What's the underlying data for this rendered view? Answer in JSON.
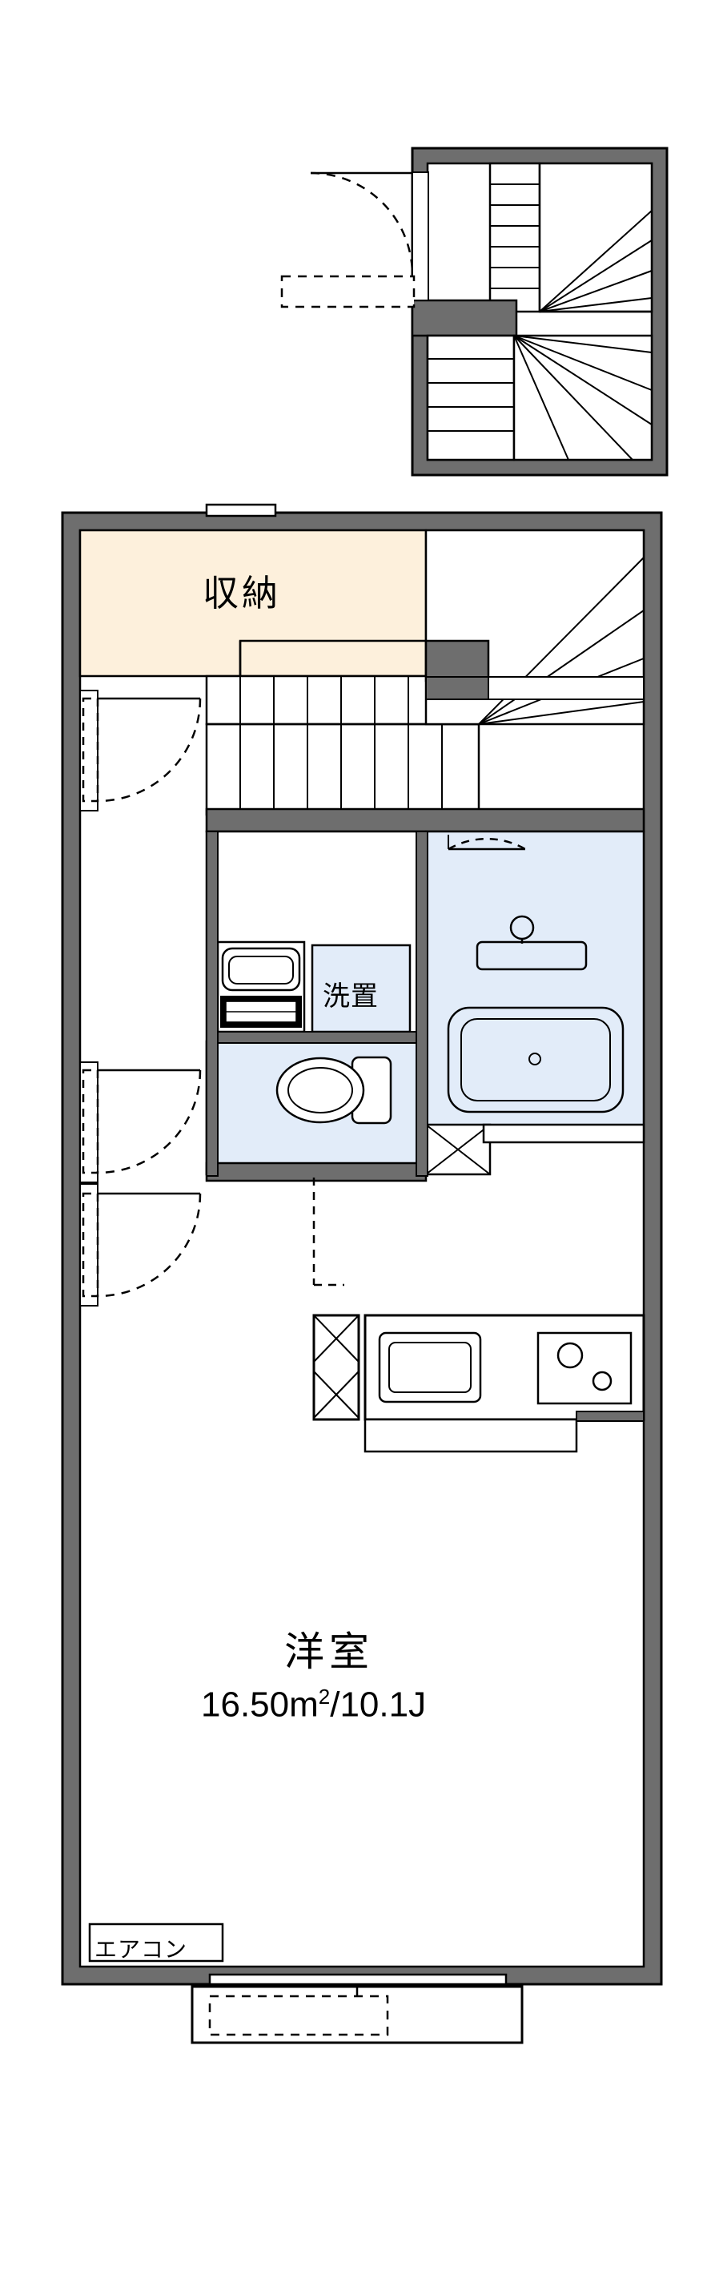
{
  "plan": {
    "type": "floor-plan",
    "unit_layout": "1R maisonette (upper + lower level)",
    "labels": {
      "closet": "収納",
      "washer": "洗置",
      "room_name": "洋室",
      "room_area_value": "16.50",
      "room_area_unit": "m",
      "room_area_unit_sup": "2",
      "room_area_jo": "/10.1J",
      "aircon": "エアコン"
    },
    "colors": {
      "wall": "#4d4d4d",
      "wall_fill": "#6e6e6e",
      "outline": "#000000",
      "closet_fill": "#fdf0dc",
      "water_fill": "#e2ecf9",
      "stair_fill": "#ffffff",
      "background": "#ffffff"
    },
    "rooms": [
      {
        "name": "収納",
        "kind": "closet"
      },
      {
        "name": "洗置",
        "kind": "washer-space"
      },
      {
        "name": "洋室",
        "kind": "western-room",
        "area_sqm": 16.5,
        "area_jo": 10.1
      }
    ],
    "fixtures": [
      {
        "name": "toilet",
        "kind": "toilet"
      },
      {
        "name": "bathtub",
        "kind": "bath-unit"
      },
      {
        "name": "vanity",
        "kind": "wash-basin"
      },
      {
        "name": "kitchen-sink",
        "kind": "sink"
      },
      {
        "name": "gas-stove",
        "kind": "two-burner-stove"
      },
      {
        "name": "refrigerator-space",
        "kind": "fridge-space"
      },
      {
        "name": "staircase-upper",
        "kind": "stairs"
      },
      {
        "name": "staircase-lower",
        "kind": "stairs"
      },
      {
        "name": "entrance-door",
        "kind": "hinged-door"
      },
      {
        "name": "balcony-window",
        "kind": "sliding-window"
      },
      {
        "name": "aircon-outlet",
        "kind": "air-conditioner"
      }
    ]
  }
}
